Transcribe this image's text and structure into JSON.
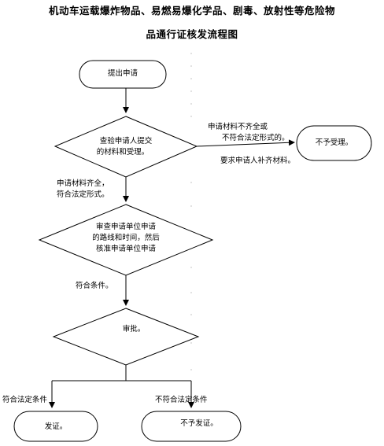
{
  "title": {
    "line1": "机动车运载爆炸物品、易燃易爆化学品、剧毒、放射性等危险物",
    "line2": "品通行证核发流程图"
  },
  "nodes": {
    "apply": "提出申请",
    "check_line1": "查验申请人提交",
    "check_line2": "的材料和受理。",
    "reject_accept": "不予受理。",
    "review_line1": "审查申请单位申请",
    "review_line2": "的路线和时间，然后",
    "review_line3": "核准申请单位申请",
    "approve": "审批。",
    "issue": "发证。",
    "not_issue": "不予发证。"
  },
  "edges": {
    "incomplete_line1": "申请材料不齐全或",
    "incomplete_line2": "不符合法定形式的。",
    "supplement": "要求申请人补齐材料。",
    "complete_line1": "申请材料齐全，",
    "complete_line2": "符合法定形式。",
    "meets": "符合条件。",
    "legal": "符合法定条件",
    "not_legal": "不符合法定条件"
  }
}
